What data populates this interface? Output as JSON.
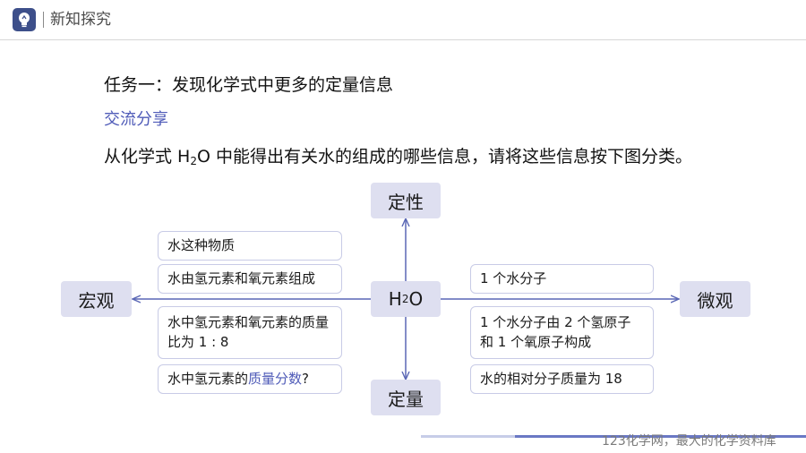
{
  "header": {
    "title": "新知探究",
    "logo_icon": "lightbulb-icon"
  },
  "task_title": "任务一：发现化学式中更多的定量信息",
  "sub_heading": "交流分享",
  "question": {
    "before": "从化学式 H",
    "subscript": "2",
    "after": "O 中能得出有关水的组成的哪些信息，请将这些信息按下图分类。"
  },
  "diagram": {
    "top_label": "定性",
    "bottom_label": "定量",
    "left_label": "宏观",
    "right_label": "微观",
    "center": {
      "main": "H",
      "subscript": "2",
      "tail": "O"
    },
    "left_top_boxes": [
      "水这种物质",
      "水由氢元素和氧元素组成"
    ],
    "left_bottom_box_1": "水中氢元素和氧元素的质量比为 1 : 8",
    "left_bottom_box_2": {
      "before": "水中氢元素的",
      "accent": "质量分数",
      "after": "?"
    },
    "right_top_box": "1 个水分子",
    "right_bottom_boxes": [
      "1 个水分子由 2 个氢原子和 1 个氧原子构成",
      "水的相对分子质量为 18"
    ]
  },
  "watermark": "123化学网，最大的化学资料库",
  "colors": {
    "accent": "#4f5bb8",
    "label_bg": "#dedff0",
    "box_border": "#c8cbe6",
    "arrow": "#5a67b5"
  }
}
